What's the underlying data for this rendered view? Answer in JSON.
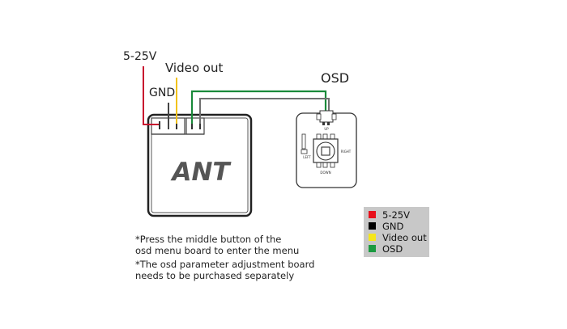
{
  "labels": {
    "power": "5-25V",
    "video": "Video out",
    "gnd": "GND",
    "osd": "OSD",
    "brand": "ANT"
  },
  "osd_board": {
    "up": "UP",
    "down": "DOWN",
    "left": "LEFT",
    "right": "RIGHT"
  },
  "notes": [
    "*Press the middle button of the",
    "osd menu board to enter the menu",
    "*The osd parameter adjustment board",
    "needs to be purchased separately"
  ],
  "legend": [
    {
      "label": "5-25V",
      "color": "#e8101c"
    },
    {
      "label": "GND",
      "color": "#000000"
    },
    {
      "label": "Video out",
      "color": "#f5e61a"
    },
    {
      "label": "OSD",
      "color": "#1a9a40"
    }
  ],
  "wire_colors": {
    "power": "#c8102e",
    "gnd": "#444444",
    "video": "#f2c21b",
    "osd_green": "#1a8a3a",
    "osd_gray": "#707070"
  }
}
